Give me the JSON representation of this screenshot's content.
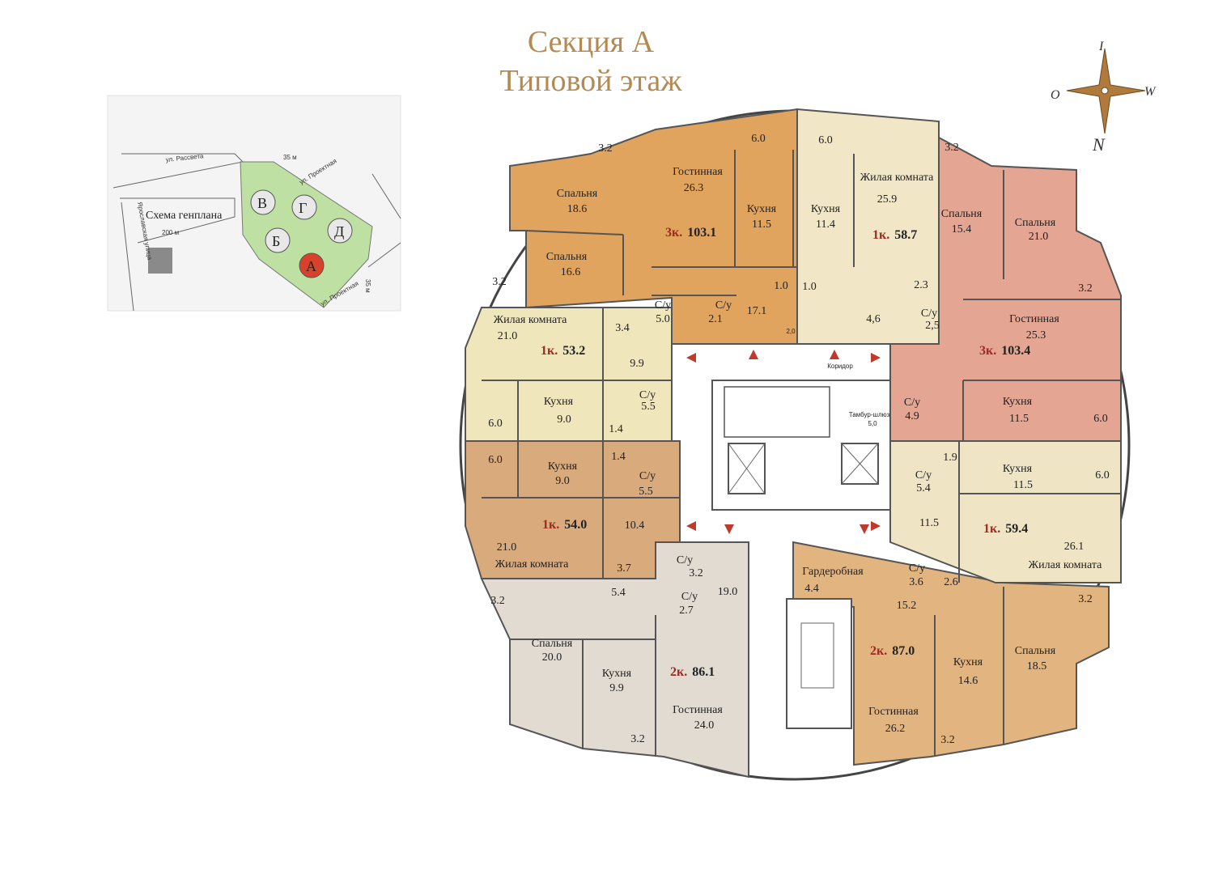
{
  "title": {
    "line1": "Секция А",
    "line2": "Типовой этаж"
  },
  "colors": {
    "apt3k_nw": "#e0a45e",
    "apt1k_n": "#f1e7c6",
    "apt3k_ne": "#e4a592",
    "apt1k_w": "#f0e6bc",
    "apt1k_sw": "#d8aa7c",
    "apt2k_s": "#e1dbd2",
    "apt2k_se": "#e2b47f",
    "apt1k_e": "#efe5c4",
    "core": "#ffffff",
    "apt_number": "#9c2b22",
    "arrow": "#c0392b"
  },
  "apartments": [
    {
      "id": "3k_nw",
      "rooms": "3к.",
      "area": "103.1"
    },
    {
      "id": "1k_n",
      "rooms": "1к.",
      "area": "58.7"
    },
    {
      "id": "3k_ne",
      "rooms": "3к.",
      "area": "103.4"
    },
    {
      "id": "1k_w",
      "rooms": "1к.",
      "area": "53.2"
    },
    {
      "id": "1k_sw",
      "rooms": "1к.",
      "area": "54.0"
    },
    {
      "id": "2k_s",
      "rooms": "2к.",
      "area": "86.1"
    },
    {
      "id": "2k_se",
      "rooms": "2к.",
      "area": "87.0"
    },
    {
      "id": "1k_e",
      "rooms": "1к.",
      "area": "59.4"
    }
  ],
  "room_labels": [
    {
      "id": "r01",
      "text": "3.2"
    },
    {
      "id": "r02",
      "text": "6.0"
    },
    {
      "id": "r03",
      "text": "6.0"
    },
    {
      "id": "r04",
      "text": "3.2"
    },
    {
      "id": "r05",
      "text": "Гостинная"
    },
    {
      "id": "r06",
      "text": "26.3"
    },
    {
      "id": "r07",
      "text": "Спальня"
    },
    {
      "id": "r08",
      "text": "18.6"
    },
    {
      "id": "r09",
      "text": "Кухня"
    },
    {
      "id": "r10",
      "text": "11.5"
    },
    {
      "id": "r11",
      "text": "Кухня"
    },
    {
      "id": "r12",
      "text": "11.4"
    },
    {
      "id": "r13",
      "text": "Жилая комната"
    },
    {
      "id": "r14",
      "text": "25.9"
    },
    {
      "id": "r15",
      "text": "Спальня"
    },
    {
      "id": "r16",
      "text": "15.4"
    },
    {
      "id": "r17",
      "text": "Спальня"
    },
    {
      "id": "r18",
      "text": "21.0"
    },
    {
      "id": "r19",
      "text": "Спальня"
    },
    {
      "id": "r20",
      "text": "16.6"
    },
    {
      "id": "r21",
      "text": "3.2"
    },
    {
      "id": "r22",
      "text": "3.2"
    },
    {
      "id": "r23",
      "text": "1.0"
    },
    {
      "id": "r24",
      "text": "1.0"
    },
    {
      "id": "r25",
      "text": "2.3"
    },
    {
      "id": "r26",
      "text": "С/у"
    },
    {
      "id": "r27",
      "text": "5.0"
    },
    {
      "id": "r28",
      "text": "С/у"
    },
    {
      "id": "r29",
      "text": "2.1"
    },
    {
      "id": "r30",
      "text": "17.1"
    },
    {
      "id": "r31",
      "text": "2,0"
    },
    {
      "id": "r32",
      "text": "4,6"
    },
    {
      "id": "r33",
      "text": "С/у"
    },
    {
      "id": "r34",
      "text": "2,5"
    },
    {
      "id": "r35",
      "text": "Гостинная"
    },
    {
      "id": "r36",
      "text": "25.3"
    },
    {
      "id": "r37",
      "text": "Жилая комната"
    },
    {
      "id": "r38",
      "text": "21.0"
    },
    {
      "id": "r39",
      "text": "3.4"
    },
    {
      "id": "r40",
      "text": "9.9"
    },
    {
      "id": "r41",
      "text": "Коридор"
    },
    {
      "id": "r42",
      "text": "Кухня"
    },
    {
      "id": "r43",
      "text": "9.0"
    },
    {
      "id": "r44",
      "text": "С/у"
    },
    {
      "id": "r45",
      "text": "5.5"
    },
    {
      "id": "r46",
      "text": "1.4"
    },
    {
      "id": "r47",
      "text": "6.0"
    },
    {
      "id": "r48",
      "text": "Тамбур-шлюз"
    },
    {
      "id": "r49",
      "text": "5,0"
    },
    {
      "id": "r50",
      "text": "С/у"
    },
    {
      "id": "r51",
      "text": "4.9"
    },
    {
      "id": "r52",
      "text": "Кухня"
    },
    {
      "id": "r53",
      "text": "11.5"
    },
    {
      "id": "r54",
      "text": "6.0"
    },
    {
      "id": "r55",
      "text": "6.0"
    },
    {
      "id": "r56",
      "text": "Кухня"
    },
    {
      "id": "r57",
      "text": "9.0"
    },
    {
      "id": "r58",
      "text": "1.4"
    },
    {
      "id": "r59",
      "text": "С/у"
    },
    {
      "id": "r60",
      "text": "5.5"
    },
    {
      "id": "r61",
      "text": "1.9"
    },
    {
      "id": "r62",
      "text": "С/у"
    },
    {
      "id": "r63",
      "text": "5.4"
    },
    {
      "id": "r64",
      "text": "Кухня"
    },
    {
      "id": "r65",
      "text": "11.5"
    },
    {
      "id": "r66",
      "text": "6.0"
    },
    {
      "id": "r67",
      "text": "10.4"
    },
    {
      "id": "r68",
      "text": "11.5"
    },
    {
      "id": "r69",
      "text": "21.0"
    },
    {
      "id": "r70",
      "text": "Жилая комната"
    },
    {
      "id": "r71",
      "text": "3.7"
    },
    {
      "id": "r72",
      "text": "С/у"
    },
    {
      "id": "r73",
      "text": "3.2"
    },
    {
      "id": "r74",
      "text": "Гардеробная"
    },
    {
      "id": "r75",
      "text": "4.4"
    },
    {
      "id": "r76",
      "text": "С/у"
    },
    {
      "id": "r77",
      "text": "3.6"
    },
    {
      "id": "r78",
      "text": "2.6"
    },
    {
      "id": "r79",
      "text": "26.1"
    },
    {
      "id": "r80",
      "text": "Жилая комната"
    },
    {
      "id": "r81",
      "text": "3.2"
    },
    {
      "id": "r82",
      "text": "5.4"
    },
    {
      "id": "r83",
      "text": "С/у"
    },
    {
      "id": "r84",
      "text": "2.7"
    },
    {
      "id": "r85",
      "text": "19.0"
    },
    {
      "id": "r86",
      "text": "15.2"
    },
    {
      "id": "r87",
      "text": "3.2"
    },
    {
      "id": "r88",
      "text": "Спальня"
    },
    {
      "id": "r89",
      "text": "20.0"
    },
    {
      "id": "r90",
      "text": "Кухня"
    },
    {
      "id": "r91",
      "text": "9.9"
    },
    {
      "id": "r92",
      "text": "Кухня"
    },
    {
      "id": "r93",
      "text": "14.6"
    },
    {
      "id": "r94",
      "text": "Спальня"
    },
    {
      "id": "r95",
      "text": "18.5"
    },
    {
      "id": "r96",
      "text": "Гостинная"
    },
    {
      "id": "r97",
      "text": "24.0"
    },
    {
      "id": "r98",
      "text": "Гостинная"
    },
    {
      "id": "r99",
      "text": "26.2"
    },
    {
      "id": "r100",
      "text": "3.2"
    },
    {
      "id": "r101",
      "text": "3.2"
    }
  ],
  "site_plan": {
    "title": "Схема генплана",
    "street_top": "ул. Рассвета",
    "street_right_top": "ул. Проектная",
    "street_right_bottom": "ул. Проектная",
    "street_left": "Ярославская улица",
    "dim_200": "200 м",
    "dim_35_top": "35 м",
    "dim_35_right": "35 м",
    "buildings": [
      "В",
      "Г",
      "Б",
      "Д",
      "А"
    ],
    "active_building": "А",
    "active_color": "#d9422a",
    "green_color": "#bfe0a3"
  },
  "compass": {
    "north": "N",
    "south": "I",
    "west": "O",
    "east": "W",
    "color": "#b07a3c"
  }
}
